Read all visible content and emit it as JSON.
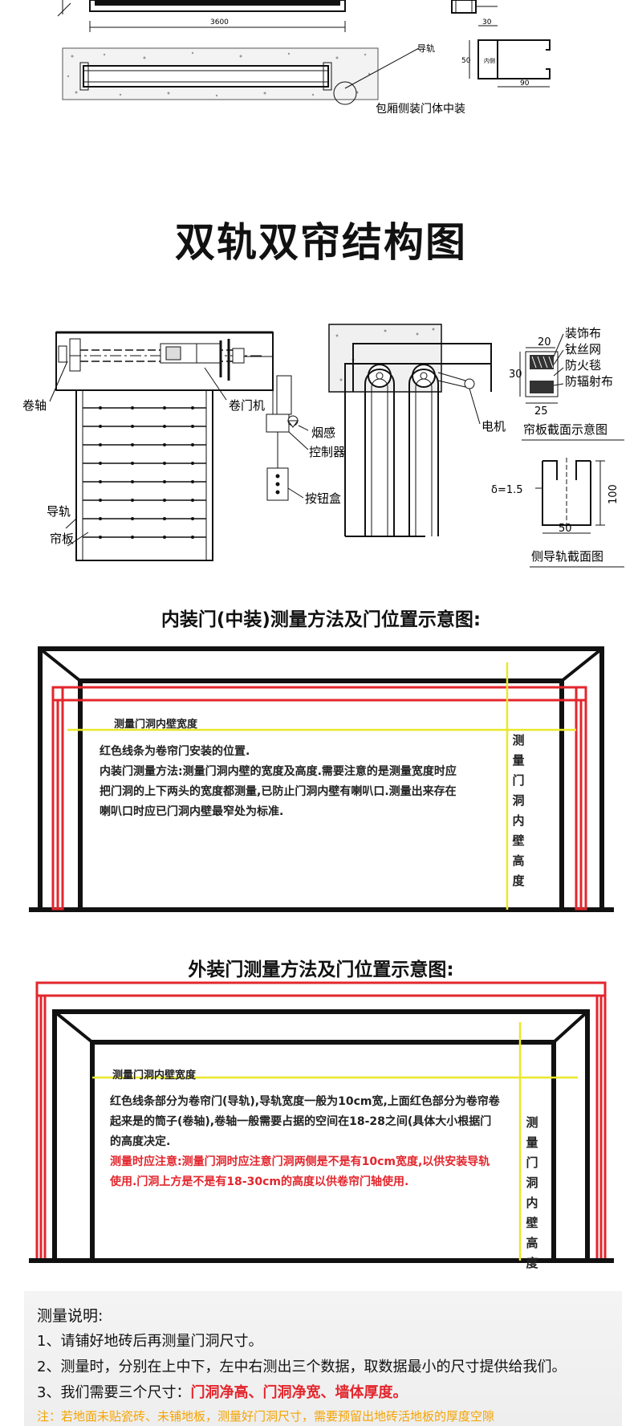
{
  "top_drawing": {
    "dim_3600": "3600",
    "guide_label": "导轨",
    "caption": "包厢侧装门体中装",
    "dim_30": "30",
    "dim_50": "50",
    "dim_90": "90",
    "side_label": "内侧"
  },
  "double_title": "双轨双帘结构图",
  "structure": {
    "labels": {
      "roller_shaft": "卷轴",
      "door_motor": "卷门机",
      "smoke_sensor": "烟感",
      "controller": "控制器",
      "button_box": "按钮盒",
      "guide_rail": "导轨",
      "curtain_plate": "帘板",
      "motor": "电机",
      "decor_cloth": "装饰布",
      "ti_mesh": "钛丝网",
      "fire_blanket": "防火毯",
      "anti_radiation": "防辐射布",
      "section_caption": "帘板截面示意图",
      "dim_20": "20",
      "dim_30": "30",
      "dim_25": "25",
      "delta": "δ=1.5",
      "dim_100": "100",
      "dim_50": "50",
      "rail_caption": "侧导轨截面图"
    }
  },
  "inner": {
    "heading": "内装门(中装)测量方法及门位置示意图:",
    "wall_width": "测量门洞内壁宽度",
    "lines": [
      "红色线条为卷帘门安装的位置.",
      "内装门测量方法:测量门洞内壁的宽度及高度.需要注意的是测量宽度时应",
      "把门洞的上下两头的宽度都测量,已防止门洞内壁有喇叭口.测量出来存在",
      "喇叭口时应已门洞内壁最窄处为标准."
    ],
    "vertical": [
      "测",
      "量",
      "门",
      "洞",
      "内",
      "壁",
      "高",
      "度"
    ]
  },
  "outer": {
    "heading": "外装门测量方法及门位置示意图:",
    "wall_width": "测量门洞内壁宽度",
    "lines": [
      "红色线条部分为卷帘门(导轨),导轨宽度一般为10cm宽,上面红色部分为卷帘卷",
      "起来是的筒子(卷轴),卷轴一般需要占据的空间在18-28之间(具体大小根据门",
      "的高度决定."
    ],
    "red_lines": [
      "测量时应注意:测量门洞时应注意门洞两侧是不是有10cm宽度,以供安装导轨",
      "使用.门洞上方是不是有18-30cm的高度以供卷帘门轴使用."
    ],
    "vertical": [
      "测",
      "量",
      "门",
      "洞",
      "内",
      "壁",
      "高",
      "度"
    ]
  },
  "notes": {
    "title": "测量说明:",
    "item1": "1、请铺好地砖后再测量门洞尺寸。",
    "item2": "2、测量时，分别在上中下，左中右测出三个数据，取数据最小的尺寸提供给我们。",
    "item3_prefix": "3、我们需要三个尺寸：",
    "item3_highlight": "门洞净高、门洞净宽、墙体厚度。",
    "warning": "注：若地面未贴瓷砖、未铺地板，测量好门洞尺寸，需要预留出地砖活地板的厚度空隙"
  },
  "colors": {
    "red": "#e3262d",
    "yellow": "#e8e82a",
    "orange": "#f5a300"
  }
}
